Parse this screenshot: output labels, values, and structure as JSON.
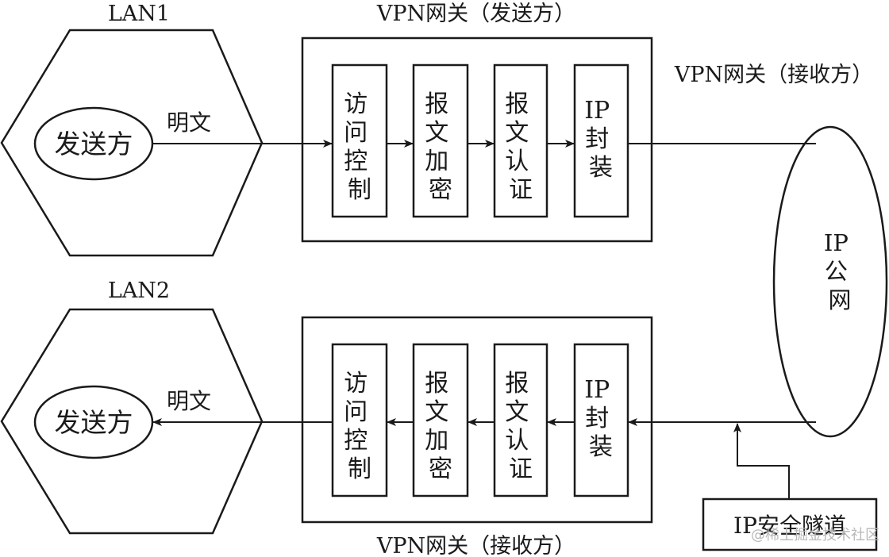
{
  "top": {
    "lan_label": "LAN1",
    "sender_label": "发送方",
    "plaintext_label": "明文",
    "gateway_title": "VPN网关（发送方）",
    "modules": [
      {
        "lines": [
          "访",
          "问",
          "控",
          "制"
        ]
      },
      {
        "lines": [
          "报",
          "文",
          "加",
          "密"
        ]
      },
      {
        "lines": [
          "报",
          "文",
          "认",
          "证"
        ]
      },
      {
        "lines": [
          "IP",
          "封",
          "装"
        ]
      }
    ]
  },
  "receiver_gateway_side_label": "VPN网关（接收方）",
  "public_network": {
    "lines": [
      "IP",
      "公",
      "网"
    ]
  },
  "bottom": {
    "lan_label": "LAN2",
    "sender_label": "发送方",
    "plaintext_label": "明文",
    "gateway_title": "VPN网关（接收方）",
    "modules": [
      {
        "lines": [
          "访",
          "问",
          "控",
          "制"
        ]
      },
      {
        "lines": [
          "报",
          "文",
          "加",
          "密"
        ]
      },
      {
        "lines": [
          "报",
          "文",
          "认",
          "证"
        ]
      },
      {
        "lines": [
          "IP",
          "封",
          "装"
        ]
      }
    ]
  },
  "tunnel_label": "IP安全隧道",
  "watermark": "@稀土掘金技术社区"
}
